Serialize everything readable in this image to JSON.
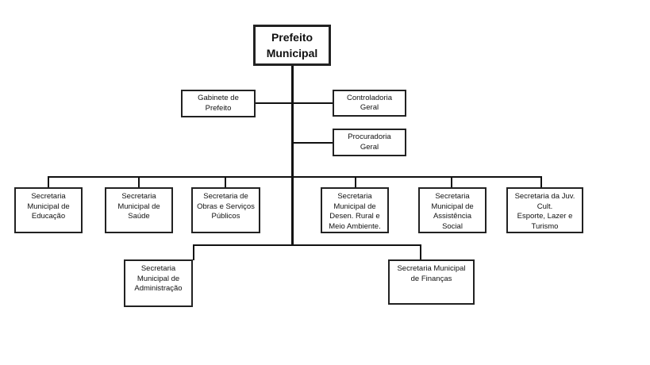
{
  "org_chart": {
    "root": "Prefeito\nMunicipal",
    "staff": {
      "gabinete": "Gabinete de\nPrefeito",
      "controladoria": "Controladoria\nGeral",
      "procuradoria": "Procuradoria\nGeral"
    },
    "secretarias_row1": {
      "educacao": "Secretaria\nMunicipal de\nEducação",
      "saude": "Secretaria\nMunicipal de\nSaúde",
      "obras": "Secretaria de\nObras e Serviços\nPúblicos",
      "desenvolvimento": "Secretaria\nMunicipal de\nDesen. Rural e\nMeio Ambiente.",
      "assistencia": "Secretaria\nMunicipal de\nAssistência\nSocial",
      "juventude": "Secretaria da Juv.\nCult.\nEsporte, Lazer e\nTurismo"
    },
    "secretarias_row2": {
      "administracao": "Secretaria\nMunicipal de\nAdministração",
      "financas": "Secretaria Municipal\nde Finanças"
    }
  }
}
